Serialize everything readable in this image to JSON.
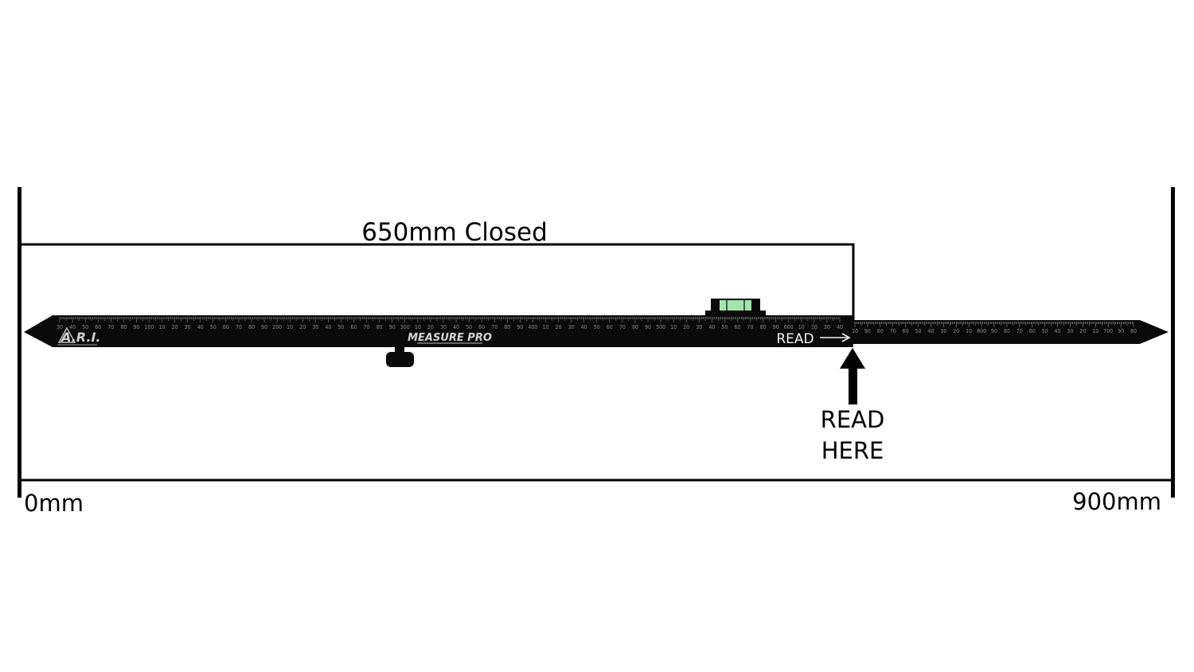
{
  "diagram": {
    "title": "650mm Closed",
    "read_label": "READ",
    "read_here": [
      "READ",
      "HERE"
    ],
    "range": {
      "start": "0mm",
      "end": "900mm"
    }
  },
  "tool": {
    "logo": "A.R.I.",
    "brand": "MEASURE PRO",
    "closed_length_mm": 650,
    "full_length_mm": 900,
    "outer_scale": {
      "labels": [
        "30",
        "40",
        "50",
        "60",
        "70",
        "80",
        "90",
        "100",
        "10",
        "20",
        "30",
        "40",
        "50",
        "60",
        "70",
        "80",
        "90",
        "200",
        "10",
        "20",
        "30",
        "40",
        "50",
        "60",
        "70",
        "80",
        "90",
        "300",
        "10",
        "20",
        "30",
        "40",
        "50",
        "60",
        "70",
        "80",
        "90",
        "400",
        "10",
        "20",
        "30",
        "40",
        "50",
        "60",
        "70",
        "80",
        "90",
        "500",
        "10",
        "20",
        "30",
        "40",
        "50",
        "60",
        "70",
        "80",
        "90",
        "600",
        "10",
        "20",
        "30",
        "40"
      ]
    },
    "inner_scale": {
      "labels": [
        "10",
        "90",
        "80",
        "70",
        "60",
        "50",
        "40",
        "30",
        "20",
        "10",
        "800",
        "90",
        "80",
        "70",
        "60",
        "50",
        "40",
        "30",
        "20",
        "10",
        "700",
        "90",
        "80"
      ]
    }
  },
  "colors": {
    "ink": "#000000",
    "tool_body": "#0a0a0a",
    "scale_text": "#8a8a8a",
    "level_glass": "#9fe8a8",
    "background": "#ffffff"
  }
}
